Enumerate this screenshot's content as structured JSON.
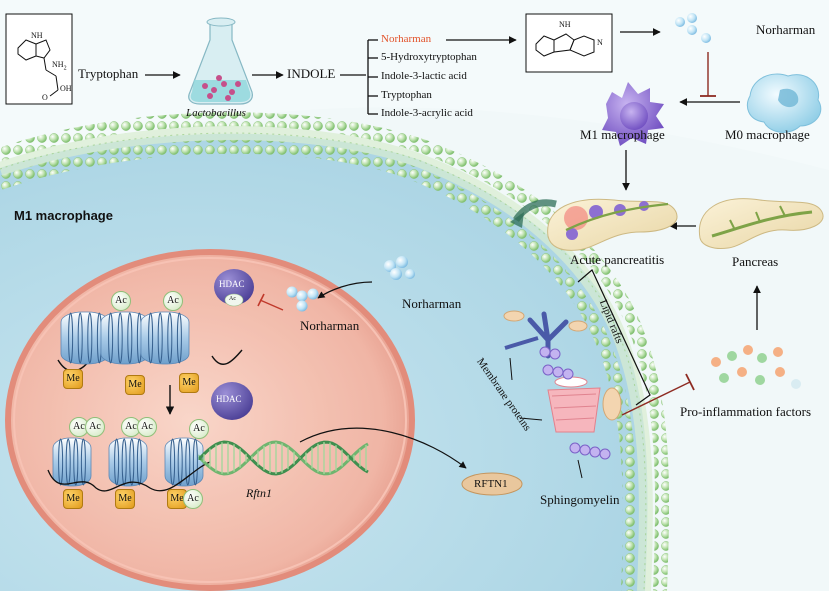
{
  "top_flow": {
    "tryptophan": "Tryptophan",
    "lactobacillus": "Lactobacillus",
    "indole": "INDOLE",
    "tryptophan_formula": {
      "nh2": "NH",
      "nh2_sub": "2",
      "oh": "OH",
      "o": "O",
      "nh": "NH"
    },
    "norharman_formula": {
      "nh": "NH",
      "n": "N"
    }
  },
  "metabolites": [
    "Norharman",
    "5-Hydroxytryptophan",
    "Indole-3-lactic acid",
    "Tryptophan",
    "Indole-3-acrylic acid"
  ],
  "highlight_color": "#e2532b",
  "cycle": {
    "norharman": "Norharman",
    "m1": "M1 macrophage",
    "m0": "M0 macrophage",
    "acute": "Acute pancreatitis",
    "pancreas": "Pancreas",
    "pro_inflammation": "Pro-inflammation factors"
  },
  "cell": {
    "title": "M1 macrophage",
    "norharman_membrane": "Norharman",
    "norharman_nucleus": "Norharman",
    "hdac_top": "HDAC",
    "hdac_top_ac": "Ac",
    "hdac_mid": "HDAC",
    "ac": "Ac",
    "me": "Me",
    "gene": "Rftn1",
    "rftn1": "RFTN1",
    "lipid_rafts": "Lipid rafts",
    "membrane_proteins": "Membrane proteins",
    "sphingomyelin": "Sphingomyelin"
  }
}
